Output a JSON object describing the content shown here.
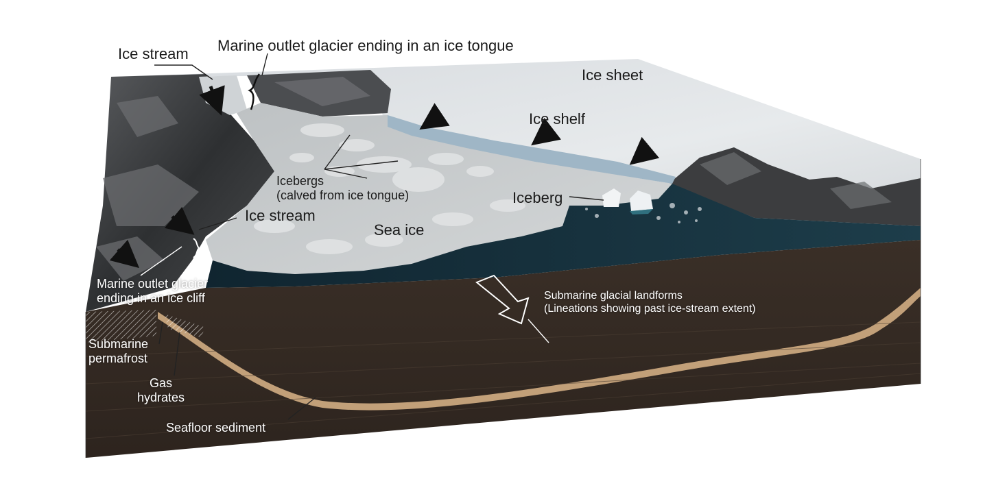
{
  "labels": {
    "ice_stream_top": "Ice stream",
    "marine_outlet_tongue": "Marine outlet glacier ending in an ice tongue",
    "ice_sheet": "Ice sheet",
    "ice_shelf": "Ice shelf",
    "icebergs_line1": "Icebergs",
    "icebergs_line2": "(calved from ice tongue)",
    "iceberg": "Iceberg",
    "ice_stream_mid": "Ice stream",
    "sea_ice": "Sea ice",
    "marine_outlet_cliff_line1": "Marine outlet glacier",
    "marine_outlet_cliff_line2": "ending in an ice cliff",
    "submarine_landforms_line1": "Submarine glacial landforms",
    "submarine_landforms_line2": "(Lineations showing past ice-stream extent)",
    "submarine_permafrost_line1": "Submarine",
    "submarine_permafrost_line2": "permafrost",
    "gas_hydrates_line1": "Gas",
    "gas_hydrates_line2": "hydrates",
    "seafloor_sediment": "Seafloor sediment"
  },
  "colors": {
    "ice_sheet": "#e4e7ea",
    "sea_ice": "#c9ccce",
    "open_water": "#14303c",
    "rock": "#3a3b3d",
    "sediment": "#c2a079",
    "cross_section": "#3a2f27"
  }
}
